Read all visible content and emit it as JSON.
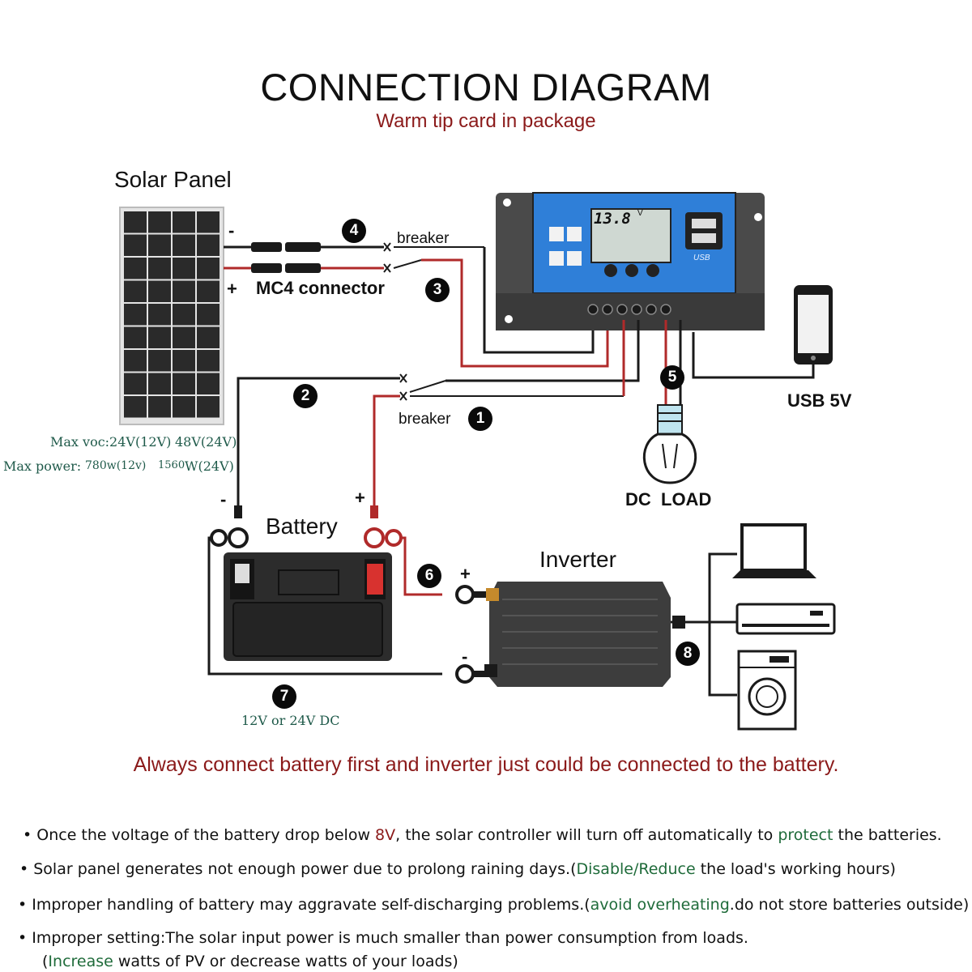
{
  "title": "CONNECTION DIAGRAM",
  "subtitle": "Warm tip card in package",
  "labels": {
    "solar_panel": "Solar Panel",
    "minus_panel": "-",
    "plus_panel": "+",
    "mc4": "MC4 connector",
    "breaker_top": "breaker",
    "breaker_bottom": "breaker",
    "usb": "USB 5V",
    "dc_load": "DC  LOAD",
    "battery": "Battery",
    "inverter": "Inverter",
    "battery_minus": "-",
    "battery_plus": "+",
    "inverter_plus": "+",
    "inverter_minus": "-",
    "battery_voltage": "12V or 24V DC",
    "spec_voc_a": "Max voc:24V(12V)",
    "spec_voc_b": "48V(24V)",
    "spec_power_a": "Max power:",
    "spec_power_b": "780w(12v)",
    "spec_power_c": "1560",
    "spec_power_d": "W(24V)",
    "lcd_value": "13.8",
    "lcd_unit": "V",
    "usb_badge": "USB"
  },
  "steps": [
    "1",
    "2",
    "3",
    "4",
    "5",
    "6",
    "7",
    "8"
  ],
  "warning": "Always connect battery first and inverter just could be connected to the battery.",
  "notes": {
    "n1_a": "• Once the voltage of the battery drop below ",
    "n1_b": "8V",
    "n1_c": ", the solar controller will turn off automatically to ",
    "n1_d": "protect",
    "n1_e": " the batteries.",
    "n2_a": "• Solar panel generates not enough power due to prolong raining days.(",
    "n2_b": "Disable/Reduce",
    "n2_c": " the load's working hours)",
    "n3_a": "• Improper handling of battery may aggravate self-discharging problems.(",
    "n3_b": "avoid overheating",
    "n3_c": ".do not store batteries outside)",
    "n4_a": "• Improper setting:The solar input power is much smaller than power consumption from loads.",
    "n5_a": "(",
    "n5_b": "Increase",
    "n5_c": " watts of PV or decrease watts of your loads)"
  },
  "colors": {
    "wire_red": "#b02a2a",
    "wire_black": "#1a1a1a",
    "controller_blue": "#2f7fd8",
    "controller_body": "#4a4a4a",
    "panel_cell": "#2a2a2a",
    "accent_red": "#8b1a1a",
    "accent_green": "#1f6b3a"
  }
}
